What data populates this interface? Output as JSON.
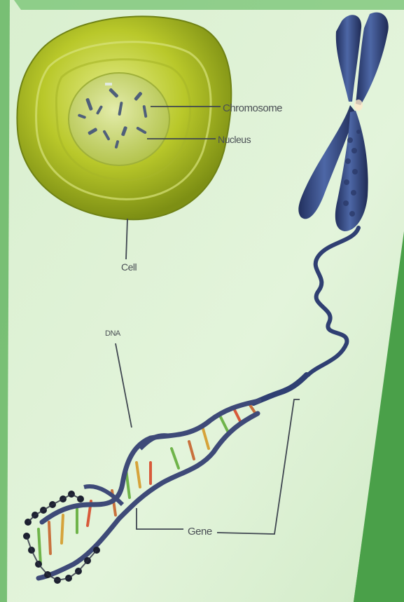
{
  "labels": {
    "chromosome": "Chromosome",
    "nucleus": "Nucleus",
    "cell": "Cell",
    "dna": "DNA",
    "gene": "Gene"
  },
  "colors": {
    "slide_background": "#dff2d6",
    "cell_body": "#b5c623",
    "nucleus": "#d3e07a",
    "chromosome": "#3a4f86",
    "dna_backbone": "#3e4a78",
    "leader_lines": "#3f4650",
    "screen_bezel": "#48a447"
  }
}
